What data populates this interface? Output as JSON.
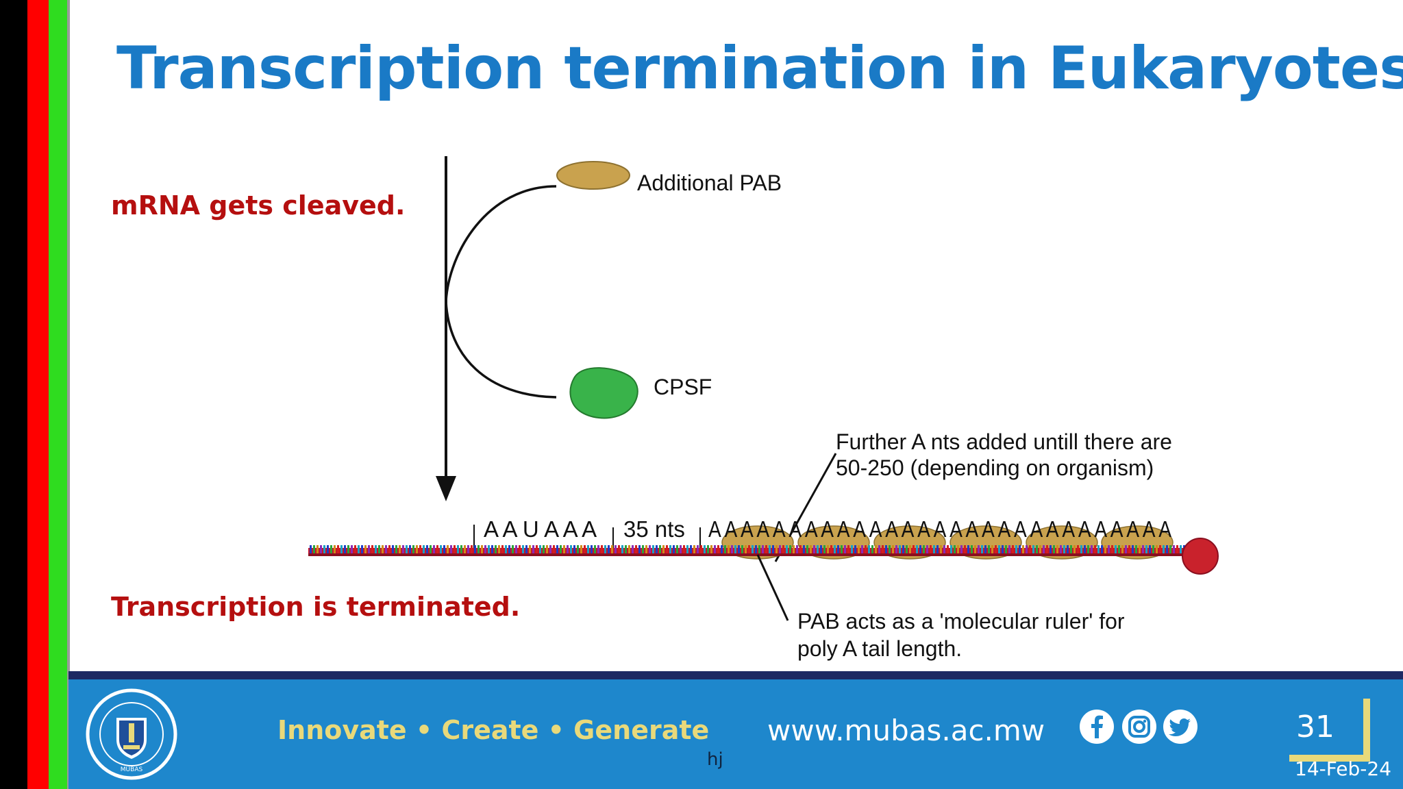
{
  "slide": {
    "title": "Transcription termination in Eukaryotes",
    "notes": [
      "mRNA gets cleaved.",
      "Transcription is terminated."
    ]
  },
  "diagram": {
    "labels": {
      "additional_pab": "Additional PAB",
      "cpsf": "CPSF",
      "signal": "A A U A A A",
      "distance": "35 nts",
      "poly_a": "A A A A A A A A A A A A A A A A A A A A A A A A A A A A A",
      "further_line1": "Further A nts added untill there are",
      "further_line2": "50-250 (depending on organism)",
      "pab_line1": "PAB acts as a 'molecular ruler' for",
      "pab_line2": "poly A tail length."
    },
    "colors": {
      "pab": "#c9a24e",
      "cpsf": "#39b34a",
      "cap": "#c9222c",
      "strand": "#c5152b"
    }
  },
  "footer": {
    "slogan": "Innovate • Create • Generate",
    "website": "www.mubas.ac.mw",
    "footnote": "hj",
    "page_number": "31",
    "date": "14-Feb-24",
    "logo_text": "MUBAS",
    "social_icons": [
      "facebook-icon",
      "instagram-icon",
      "twitter-icon"
    ],
    "colors": {
      "band": "#1e87cc",
      "rule": "#1d2a63",
      "accent": "#e9d97a"
    }
  },
  "side_stripes": [
    "#000000",
    "#ff0000",
    "#2fdc1f"
  ]
}
